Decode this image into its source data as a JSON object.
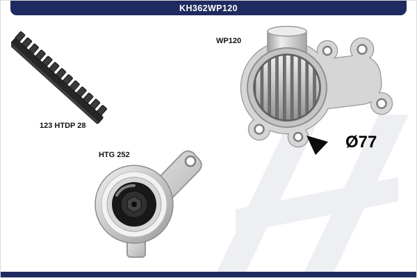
{
  "title_bar": {
    "part_number": "KH362WP120"
  },
  "parts": {
    "belt": {
      "label": "123 HTDP 28"
    },
    "tensioner": {
      "label": "HTG 252"
    },
    "water_pump": {
      "label": "WP120",
      "diameter": "Ø77"
    }
  },
  "colors": {
    "navy": "#1f2b5e",
    "watermark": "#edeff3",
    "belt_rubber": "#2a2a2a",
    "metal_light": "#e9e9e9",
    "metal_dark": "#9a9a9a"
  }
}
